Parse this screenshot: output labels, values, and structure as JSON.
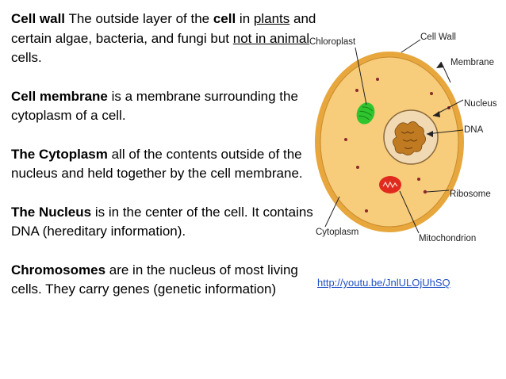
{
  "paragraphs": [
    {
      "parts": [
        {
          "t": "Cell wall",
          "b": true
        },
        {
          "t": " The outside layer of the "
        },
        {
          "t": "cell",
          "b": true
        },
        {
          "t": " in "
        },
        {
          "t": "plants",
          "u": true
        },
        {
          "t": " and certain algae, bacteria, and fungi "
        },
        {
          "t": "but "
        },
        {
          "t": "not in animal",
          "u": true
        },
        {
          "t": " cells."
        }
      ]
    },
    {
      "parts": [
        {
          "t": "Cell membrane",
          "b": true
        },
        {
          "t": " is a membrane surrounding the cytoplasm of a cell."
        }
      ]
    },
    {
      "parts": [
        {
          "t": "The Cytoplasm",
          "b": true
        },
        {
          "t": "  all of the contents outside of the nucleus and held together by the cell membrane."
        }
      ]
    },
    {
      "parts": [
        {
          "t": "The Nucleus",
          "b": true
        },
        {
          "t": " is in the center of the cell. It contains DNA (hereditary information)."
        }
      ]
    },
    {
      "parts": [
        {
          "t": "Chromosomes",
          "b": true
        },
        {
          "t": "  are in the nucleus of most living cells. They carry genes (genetic information)"
        }
      ]
    }
  ],
  "diagram": {
    "labels": {
      "chloroplast": "Chloroplast",
      "cell_wall": "Cell Wall",
      "membrane": "Membrane",
      "nucleus": "Nucleus",
      "dna": "DNA",
      "ribosome": "Ribosome",
      "cytoplasm": "Cytoplasm",
      "mitochondrion": "Mitochondrion"
    },
    "colors": {
      "cytoplasm_fill": "#f7cc7a",
      "cell_wall": "#e7a73d",
      "chloroplast": "#2fc52f",
      "mitochondrion": "#e02a1e",
      "nucleus_fill": "#f0d9b3",
      "dna": "#c07b22",
      "ribosome": "#8b2b2b"
    }
  },
  "link_text": "http://youtu.be/JnlULOjUhSQ"
}
